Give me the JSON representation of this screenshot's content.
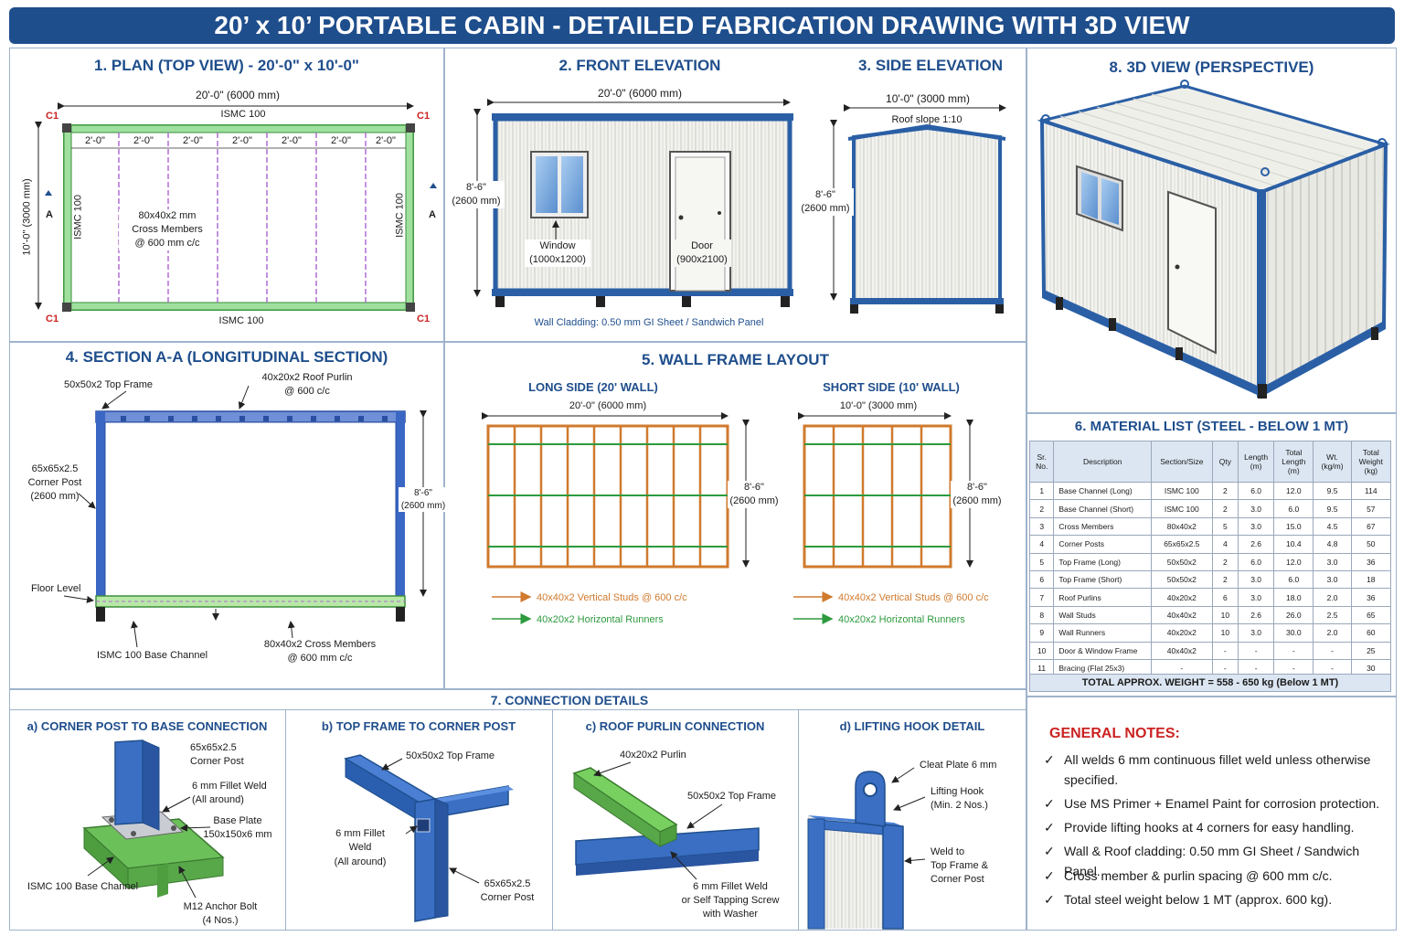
{
  "title": "20’ x 10’ PORTABLE CABIN - DETAILED FABRICATION DRAWING WITH 3D VIEW",
  "plan": {
    "title": "1. PLAN (TOP VIEW) - 20'-0\" x 10'-0\"",
    "overall_length": "20'-0\" (6000 mm)",
    "overall_width": "10'-0\" (3000 mm)",
    "top_label": "ISMC 100",
    "bottom_label": "ISMC 100",
    "side_label": "ISMC 100",
    "spacing_label": "2'-0\"",
    "corner_label": "C1",
    "section_mark": "A",
    "cross_members": "80x40x2 mm\nCross Members\n@ 600 mm c/c"
  },
  "front": {
    "title": "2. FRONT ELEVATION",
    "length": "20'-0\" (6000 mm)",
    "height": "8'-6\"\n(2600 mm)",
    "window": "Window\n(1000x1200)",
    "door": "Door\n(900x2100)",
    "cladding": "Wall Cladding: 0.50 mm GI Sheet / Sandwich Panel"
  },
  "side": {
    "title": "3. SIDE ELEVATION",
    "width": "10'-0\" (3000 mm)",
    "slope": "Roof slope 1:10",
    "height": "8'-6\"\n(2600 mm)"
  },
  "view3d": {
    "title": "8. 3D VIEW (PERSPECTIVE)"
  },
  "section": {
    "title": "4. SECTION A-A (LONGITUDINAL SECTION)",
    "top_frame": "50x50x2 Top Frame",
    "purlin": "40x20x2 Roof Purlin\n@ 600 c/c",
    "corner_post": "65x65x2.5\nCorner Post\n(2600 mm)",
    "height": "8'-6\"\n(2600 mm)",
    "floor_level": "Floor Level",
    "base_channel": "ISMC 100 Base Channel",
    "cross_members": "80x40x2 Cross Members\n@ 600 mm c/c"
  },
  "wall_frame": {
    "title": "5. WALL FRAME LAYOUT",
    "long_title": "LONG SIDE (20' WALL)",
    "long_dim": "20'-0\" (6000 mm)",
    "short_title": "SHORT SIDE (10' WALL)",
    "short_dim": "10'-0\" (3000 mm)",
    "height": "8'-6\"\n(2600 mm)",
    "studs": "40x40x2 Vertical Studs @ 600 c/c",
    "runners": "40x20x2 Horizontal Runners"
  },
  "material": {
    "title": "6. MATERIAL LIST (STEEL - BELOW 1 MT)",
    "headers": [
      "Sr.\nNo.",
      "Description",
      "Section/Size",
      "Qty",
      "Length\n(m)",
      "Total\nLength\n(m)",
      "Wt.\n(kg/m)",
      "Total\nWeight\n(kg)"
    ],
    "rows": [
      [
        "1",
        "Base Channel (Long)",
        "ISMC 100",
        "2",
        "6.0",
        "12.0",
        "9.5",
        "114"
      ],
      [
        "2",
        "Base Channel (Short)",
        "ISMC 100",
        "2",
        "3.0",
        "6.0",
        "9.5",
        "57"
      ],
      [
        "3",
        "Cross Members",
        "80x40x2",
        "5",
        "3.0",
        "15.0",
        "4.5",
        "67"
      ],
      [
        "4",
        "Corner Posts",
        "65x65x2.5",
        "4",
        "2.6",
        "10.4",
        "4.8",
        "50"
      ],
      [
        "5",
        "Top Frame (Long)",
        "50x50x2",
        "2",
        "6.0",
        "12.0",
        "3.0",
        "36"
      ],
      [
        "6",
        "Top Frame (Short)",
        "50x50x2",
        "2",
        "3.0",
        "6.0",
        "3.0",
        "18"
      ],
      [
        "7",
        "Roof Purlins",
        "40x20x2",
        "6",
        "3.0",
        "18.0",
        "2.0",
        "36"
      ],
      [
        "8",
        "Wall Studs",
        "40x40x2",
        "10",
        "2.6",
        "26.0",
        "2.5",
        "65"
      ],
      [
        "9",
        "Wall Runners",
        "40x20x2",
        "10",
        "3.0",
        "30.0",
        "2.0",
        "60"
      ],
      [
        "10",
        "Door & Window Frame",
        "40x40x2",
        "-",
        "-",
        "-",
        "-",
        "25"
      ],
      [
        "11",
        "Bracing (Flat 25x3)",
        "-",
        "-",
        "-",
        "-",
        "-",
        "30"
      ]
    ],
    "total": "TOTAL APPROX. WEIGHT = 558 - 650 kg (Below 1 MT)"
  },
  "connections": {
    "title": "7. CONNECTION DETAILS",
    "a": {
      "title": "a) CORNER POST TO BASE CONNECTION",
      "post": "65x65x2.5\nCorner Post",
      "weld": "6 mm Fillet Weld\n(All around)",
      "plate": "Base Plate\n150x150x6 mm",
      "channel": "ISMC 100 Base Channel",
      "bolt": "M12 Anchor Bolt\n(4 Nos.)"
    },
    "b": {
      "title": "b) TOP FRAME TO CORNER POST",
      "frame": "50x50x2 Top Frame",
      "weld": "6 mm Fillet\nWeld",
      "weld_note": "(All around)",
      "post": "65x65x2.5\nCorner Post"
    },
    "c": {
      "title": "c) ROOF PURLIN CONNECTION",
      "purlin": "40x20x2 Purlin",
      "frame": "50x50x2 Top Frame",
      "weld": "6 mm Fillet Weld\nor  Self Tapping Screw\nwith Washer"
    },
    "d": {
      "title": "d) LIFTING HOOK DETAIL",
      "cleat": "Cleat Plate 6 mm",
      "hook": "Lifting Hook\n(Min. 2 Nos.)",
      "weld": "Weld to\nTop Frame &\nCorner Post"
    }
  },
  "notes": {
    "title": "GENERAL NOTES:",
    "check": "✓",
    "items": [
      "All welds 6 mm continuous fillet weld unless otherwise specified.",
      "Use MS Primer + Enamel Paint for corrosion protection.",
      "Provide lifting hooks at 4 corners for easy handling.",
      "Wall & Roof cladding: 0.50 mm GI Sheet / Sandwich Panel.",
      "Cross member & purlin spacing @ 600 mm c/c.",
      "Total steel weight below 1 MT (approx. 600 kg)."
    ]
  }
}
